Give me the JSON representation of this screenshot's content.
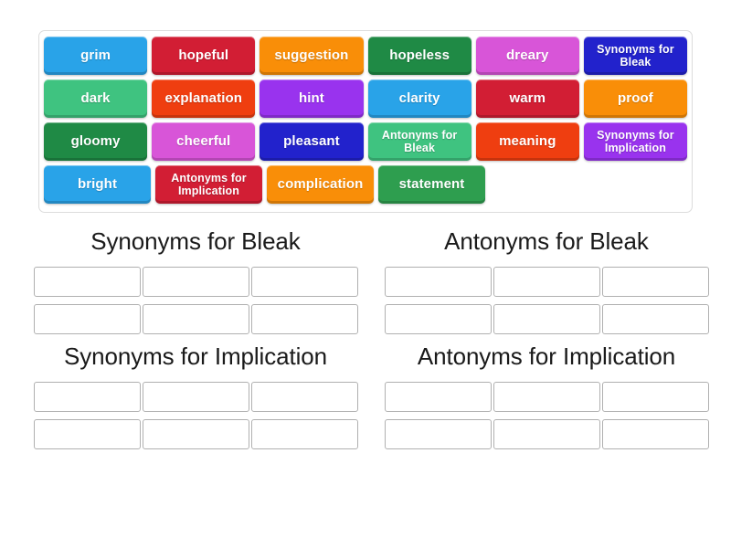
{
  "activity": {
    "type": "group-sort",
    "title": "Group sort word bank activity"
  },
  "palette": {
    "blue_light": "#29a3e8",
    "blue_deep": "#2222cc",
    "green_emerald": "#3fc380",
    "green_dark": "#2e9e4f",
    "green_forest": "#1f8a45",
    "red_crimson": "#d21e34",
    "red_orange": "#ef3e10",
    "orange": "#f98e08",
    "magenta": "#d855d8",
    "purple": "#8b2be2",
    "purple_mid": "#9933ee"
  },
  "word_bank": {
    "rows": [
      [
        {
          "label": "grim",
          "color": "#29a3e8",
          "two_line": false
        },
        {
          "label": "hopeful",
          "color": "#d21e34",
          "two_line": false
        },
        {
          "label": "suggestion",
          "color": "#f98e08",
          "two_line": false
        },
        {
          "label": "hopeless",
          "color": "#1f8a45",
          "two_line": false
        },
        {
          "label": "dreary",
          "color": "#d855d8",
          "two_line": false
        },
        {
          "label": "Synonyms for Bleak",
          "color": "#2222cc",
          "two_line": true
        }
      ],
      [
        {
          "label": "dark",
          "color": "#3fc380",
          "two_line": false
        },
        {
          "label": "explanation",
          "color": "#ef3e10",
          "two_line": false
        },
        {
          "label": "hint",
          "color": "#9933ee",
          "two_line": false
        },
        {
          "label": "clarity",
          "color": "#29a3e8",
          "two_line": false
        },
        {
          "label": "warm",
          "color": "#d21e34",
          "two_line": false
        },
        {
          "label": "proof",
          "color": "#f98e08",
          "two_line": false
        }
      ],
      [
        {
          "label": "gloomy",
          "color": "#1f8a45",
          "two_line": false
        },
        {
          "label": "cheerful",
          "color": "#d855d8",
          "two_line": false
        },
        {
          "label": "pleasant",
          "color": "#2222cc",
          "two_line": false
        },
        {
          "label": "Antonyms for Bleak",
          "color": "#3fc380",
          "two_line": true
        },
        {
          "label": "meaning",
          "color": "#ef3e10",
          "two_line": false
        },
        {
          "label": "Synonyms for Implication",
          "color": "#9933ee",
          "two_line": true
        }
      ],
      [
        {
          "label": "bright",
          "color": "#29a3e8",
          "two_line": false
        },
        {
          "label": "Antonyms for Implication",
          "color": "#d21e34",
          "two_line": true
        },
        {
          "label": "complication",
          "color": "#f98e08",
          "two_line": false
        },
        {
          "label": "statement",
          "color": "#2e9e4f",
          "two_line": false
        }
      ]
    ]
  },
  "groups": [
    {
      "title": "Synonyms for Bleak",
      "slot_count": 6,
      "slots": [
        "",
        "",
        "",
        "",
        "",
        ""
      ]
    },
    {
      "title": "Antonyms for Bleak",
      "slot_count": 6,
      "slots": [
        "",
        "",
        "",
        "",
        "",
        ""
      ]
    },
    {
      "title": "Synonyms for Implication",
      "slot_count": 6,
      "slots": [
        "",
        "",
        "",
        "",
        "",
        ""
      ]
    },
    {
      "title": "Antonyms for Implication",
      "slot_count": 6,
      "slots": [
        "",
        "",
        "",
        "",
        "",
        ""
      ]
    }
  ]
}
